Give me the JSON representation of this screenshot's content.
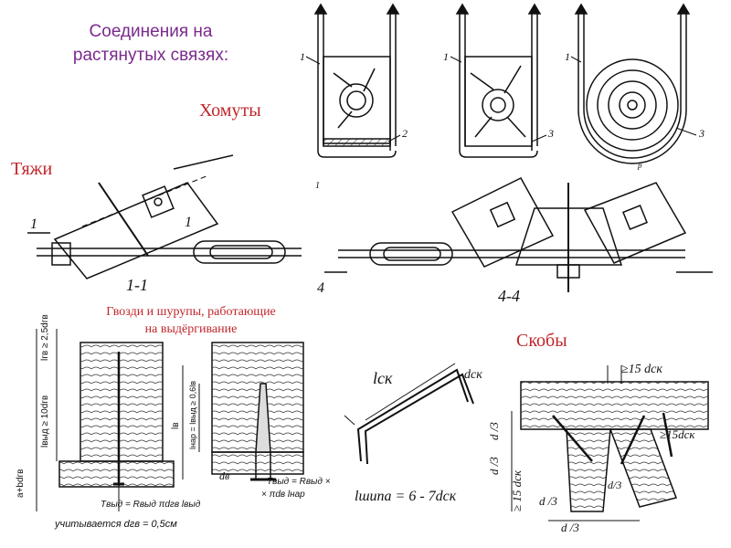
{
  "title": {
    "line1": "Соединения на",
    "line2": "растянутых связях:"
  },
  "labels": {
    "khomuty": "Хомуты",
    "tyazhi": "Тяжи",
    "gvozdi_line1": "Гвозди и шурупы, работающие",
    "gvozdi_line2": "на выдёргивание",
    "skoby": "Скобы"
  },
  "drawing": {
    "n1": "1",
    "n2": "2",
    "n3": "3",
    "n3b": "3",
    "n1b": "1",
    "n1c": "1",
    "p_sub": "р",
    "sec_1_1": "1-1",
    "sec_4_4": "4-4",
    "mark_1a": "1",
    "mark_1b": "1",
    "mark_4": "4",
    "mark_1top": "1",
    "l_sk": "lск",
    "d_sk": "dск",
    "l_shipa": "lшипа = 6 - 7dск",
    "ge15_top": "≥15 dск",
    "ge15_right": "≥15dск",
    "ge15_left": "≥ 15 dск",
    "d3_a": "d /3",
    "d3_b": "d /3",
    "d3_c": "d /3",
    "d3_d": "d/3",
    "d3_e": "d /3",
    "nail_formula": "Tвыд = Rвыд πdгв lвыд",
    "nail_note": "учитывается dгв = 0,5см",
    "screw_formula1": "Tвыд = Rвыд ×",
    "screw_formula2": "× πdв lнар",
    "d_v": "dв",
    "vert_a": "a+bdгв",
    "vert_b": "lгв ≥ 2,5dгв",
    "vert_c": "lвыд ≥ 10dгв",
    "vert_d": "lв",
    "vert_e": "lнар = lвыд ≥ 0,6lв"
  }
}
